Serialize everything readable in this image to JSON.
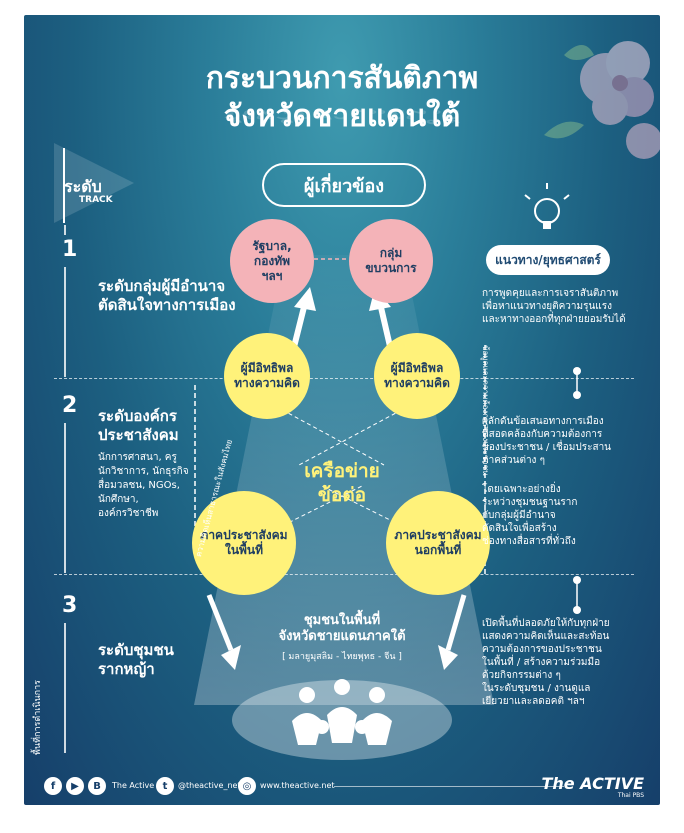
{
  "title": {
    "line1": "กระบวนการสันติภาพ",
    "line2": "จังหวัดชายแดนใต้"
  },
  "stakeholders_label": "ผู้เกี่ยวข้อง",
  "track": {
    "label": "ระดับ",
    "sublabel": "TRACK"
  },
  "levels": [
    {
      "number": "1",
      "title_lines": [
        "ระดับกลุ่มผู้มีอำนาจ",
        "ตัดสินใจทางการเมือง"
      ],
      "members": []
    },
    {
      "number": "2",
      "title_lines": [
        "ระดับองค์กร",
        "ประชาสังคม"
      ],
      "members": [
        "นักการศาสนา, ครู",
        "นักวิชาการ, นักธุรกิจ",
        "สื่อมวลชน, NGOs,",
        "นักศึกษา,",
        "องค์กรวิชาชีพ"
      ]
    },
    {
      "number": "3",
      "title_lines": [
        "ระดับชุมชน",
        "รากหญ้า"
      ],
      "members": []
    }
  ],
  "nodes": {
    "gov": [
      "รัฐบาล,",
      "กองทัพ",
      "ฯลฯ"
    ],
    "movement": [
      "กลุ่ม",
      "ขบวนการ"
    ],
    "influencer_left": [
      "ผู้มีอิทธิพล",
      "ทางความคิด"
    ],
    "influencer_right": [
      "ผู้มีอิทธิพล",
      "ทางความคิด"
    ],
    "civil_in": [
      "ภาคประชาสังคม",
      "ในพื้นที่"
    ],
    "civil_out": [
      "ภาคประชาสังคม",
      "นอกพื้นที่"
    ]
  },
  "network_label": [
    "เครือข่าย",
    "ข้อต่อ"
  ],
  "community": {
    "title_lines": [
      "ชุมชนในพื้นที่",
      "จังหวัดชายแดนภาคใต้"
    ],
    "subtitle": "[ มลายูมุสลิม - ไทยพุทธ - จีน ]"
  },
  "strategy": {
    "label": "แนวทาง/ยุทธศาสตร์",
    "level1": [
      "การพูดคุยและการเจราสันติภาพ",
      "เพื่อหาแนวทางยุติความรุนแรง",
      "และหาทางออกที่ทุกฝ่ายยอมรับได้"
    ],
    "level2a": [
      "ผลักดันข้อเสนอทางการเมือง",
      "ที่สอดคล้องกับความต้องการ",
      "ของประชาชน / เชื่อมประสาน",
      "ภาคส่วนต่าง ๆ"
    ],
    "level2b": [
      "โดยเฉพาะอย่างยิ่ง",
      "ระหว่างชุมชนฐานราก",
      "กับกลุ่มผู้มีอำนาจ",
      "ตัดสินใจเพื่อสร้าง",
      "ช่องทางสื่อสารที่ทั่วถึง"
    ],
    "level3": [
      "เปิดพื้นที่ปลอดภัยให้กับทุกฝ่าย",
      "แสดงความคิดเห็นและสะท้อน",
      "ความต้องการของประชาชน",
      "ในพื้นที่ / สร้างความร่วมมือ",
      "ด้วยกิจกรรมต่าง ๆ",
      "ในระดับชุมชน / งานดูแล",
      "เยียวยาและลดอคติ ฯลฯ"
    ]
  },
  "vertical_left": "ความคิดเห็นสาธารณะในสังคมไทย",
  "vertical_right": "ข้อมูลและความต้องการของประชาชน",
  "area_label": "พื้นที่การดำเนินการ",
  "footer": {
    "brand1": "The Active",
    "handle": "@theactive_net",
    "website": "www.theactive.net",
    "logo": "The ACTIVE",
    "logo_sub": "Thai PBS",
    "icon_b": "B",
    "icon_f": "f",
    "icon_yt": "▶",
    "icon_tw": "t",
    "icon_web": "◎"
  },
  "colors": {
    "pink_node": "#f4b3b8",
    "yellow_node": "#fff27a",
    "text_dark": "#1f3e62",
    "network_text": "#fff27a"
  }
}
